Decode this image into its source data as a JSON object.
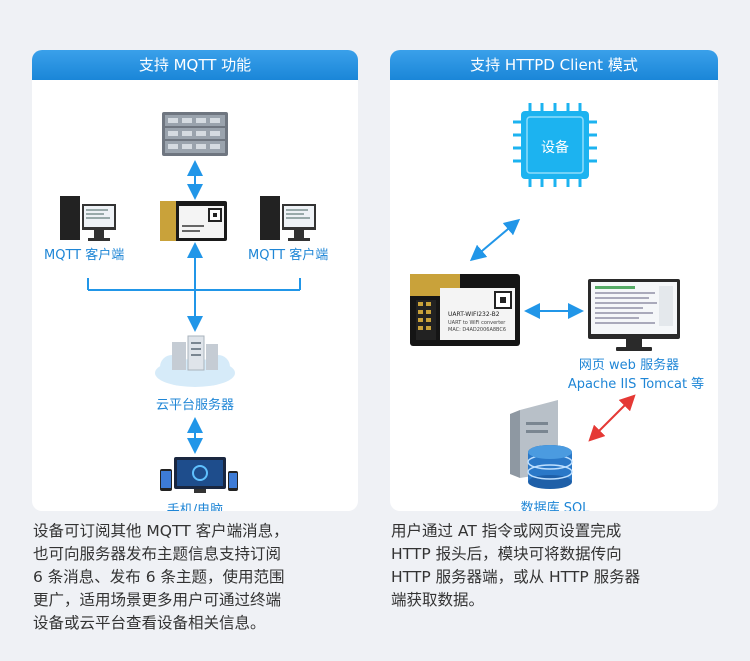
{
  "left_panel": {
    "title": "支持 MQTT 功能",
    "client_left_label": "MQTT 客户端",
    "client_right_label": "MQTT 客户端",
    "cloud_label": "云平台服务器",
    "phone_label": "手机/电脑"
  },
  "right_panel": {
    "title": "支持 HTTPD Client 模式",
    "device_label": "设备",
    "webserver_label_1": "网页 web 服务器",
    "webserver_label_2": "Apache IIS Tomcat 等",
    "db_label": "数据库 SQL"
  },
  "module_text": {
    "line1": "UART-WIFI232-B2",
    "line2": "UART to WiFi converter",
    "line3": "MAC: D4AD2006A8BC6"
  },
  "descriptions": {
    "left": [
      "设备可订阅其他 MQTT 客户端消息，",
      "也可向服务器发布主题信息支持订阅",
      "6 条消息、发布 6 条主题，使用范围",
      "更广，适用场景更多用户可通过终端",
      "设备或云平台查看设备相关信息。"
    ],
    "right": [
      "用户通过 AT 指令或网页设置完成",
      "HTTP 报头后，模块可将数据传向",
      "HTTP 服务器端，或从 HTTP 服务器",
      "端获取数据。"
    ]
  },
  "colors": {
    "accent_blue": "#1f86d6",
    "header_blue": "#2796e0",
    "arrow_red": "#e53935",
    "background": "#eff1f5"
  }
}
